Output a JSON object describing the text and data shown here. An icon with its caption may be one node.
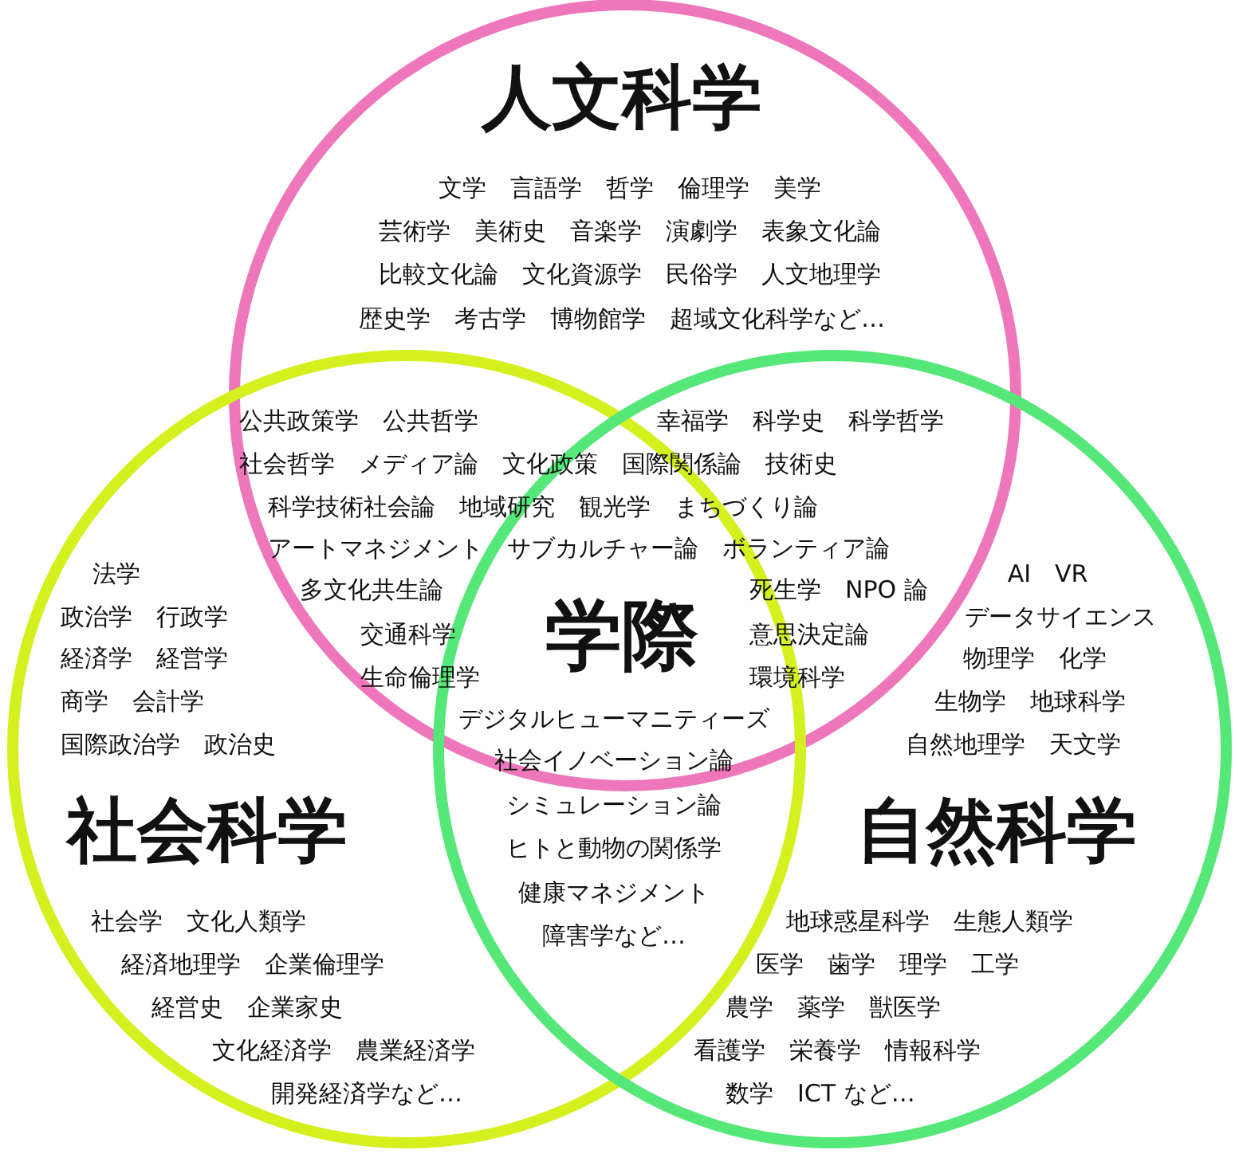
{
  "diagram": {
    "nodes": [
      {
        "text": [
          "人文科学",
          "文学　言語学　哲学　倫理学　美学",
          "芸術学　美術史　音楽学　演劇学　表象文化論",
          "比較文化論　文化資源学　民俗学　人文地理学",
          "歴史学　考古学　博物館学　超域文化科学など…"
        ]
      },
      {
        "text": [
          "法学",
          "政治学　行政学",
          "経済学　経営学",
          "商学　会計学",
          "国際政治学　政治史",
          "社会科学",
          "社会学　文化人類学",
          "経済地理学　企業倫理学",
          "経営史　企業家史",
          "文化経済学　農業経済学",
          "開発経済学など…"
        ]
      },
      {
        "text": [
          "AI　VR",
          "データサイエンス",
          "物理学　化学",
          "生物学　地球科学",
          "自然地理学　天文学",
          "自然科学",
          "地球惑星科学　生態人類学",
          "医学　歯学　理学　工学",
          "農学　薬学　獣医学",
          "看護学　栄養学　情報科学",
          "数学　ICT など…"
        ]
      }
    ],
    "labels": [
      "公共政策学　公共哲学",
      "幸福学　科学史　科学哲学",
      "社会哲学　メディア論　文化政策　国際関係論　技術史",
      "科学技術社会論　地域研究　観光学　まちづくり論",
      "アートマネジメント　サブカルチャー論　ボランティア論",
      "多文化共生論",
      "死生学　NPO 論",
      "交通科学",
      "学際",
      "意思決定論",
      "生命倫理学",
      "環境科学",
      "デジタルヒューマニティーズ",
      "社会イノベーション論",
      "シミュレーション論",
      "ヒトと動物の関係学",
      "健康マネジメント",
      "障害学など…"
    ]
  }
}
